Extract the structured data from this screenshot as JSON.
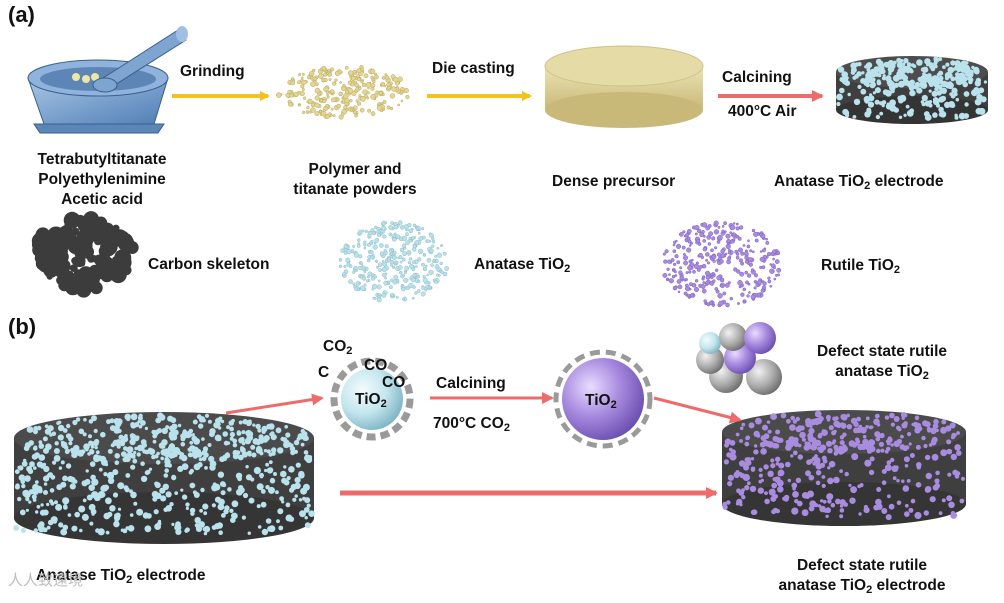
{
  "panels": {
    "a": "(a)",
    "b": "(b)"
  },
  "steps": {
    "grinding": "Grinding",
    "die_casting": "Die casting",
    "calcining_a": "Calcining",
    "condition_a": "400°C Air",
    "calcining_b": "Calcining",
    "condition_b_prefix": "700°C CO",
    "condition_b_sub": "2"
  },
  "materials": {
    "reagents": [
      "Tetrabutyltitanate",
      "Polyethylenimine",
      "Acetic acid"
    ],
    "powders": [
      "Polymer and",
      "titanate powders"
    ],
    "precursor": "Dense precursor",
    "electrode_a_prefix": "Anatase TiO",
    "electrode_a_sub": "2",
    "electrode_a_suffix": " electrode"
  },
  "legend": {
    "carbon": "Carbon skeleton",
    "anatase_prefix": "Anatase TiO",
    "anatase_sub": "2",
    "rutile_prefix": "Rutile TiO",
    "rutile_sub": "2"
  },
  "particle": {
    "co2_prefix": "CO",
    "co2_sub": "2",
    "c": "C",
    "co_1": "CO",
    "co_2": "CO",
    "core_prefix": "TiO",
    "core_sub": "2",
    "product_prefix": "TiO",
    "product_sub": "2"
  },
  "defect": {
    "line1": "Defect state  rutile",
    "line2_prefix": "anatase TiO",
    "line2_sub": "2"
  },
  "bottom": {
    "electrode_b_prefix": "Anatase TiO",
    "electrode_b_sub": "2",
    "electrode_b_suffix": " electrode",
    "final_line1": "Defect state rutile",
    "final_line2_prefix": "anatase TiO",
    "final_line2_sub": "2",
    "final_line2_suffix": " electrode"
  },
  "watermark": "人人致遠境",
  "colors": {
    "anatase": "#b9e2ec",
    "rutile": "#a98ce0",
    "carbon": "#3c3c3c",
    "powder": "#e3d592",
    "precursor": "#d9cc8e",
    "mortar": "#6f9ac9",
    "yellow_arrow": "#f2c21e",
    "red_arrow": "#ee6b6b"
  }
}
